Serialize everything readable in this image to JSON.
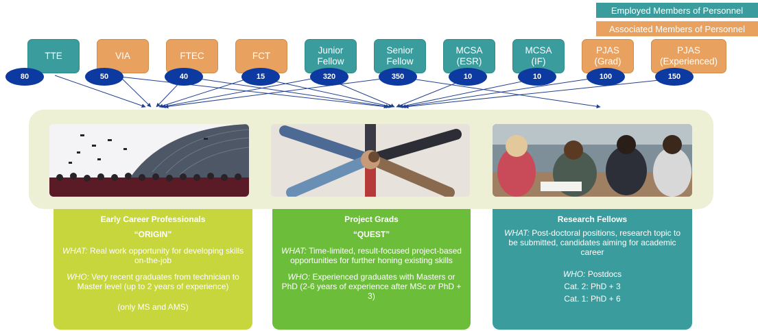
{
  "legend": {
    "employed": "Employed Members of Personnel",
    "associated": "Associated Members of Personnel"
  },
  "categories": [
    {
      "label": "TTE",
      "type": "employed",
      "count": "80"
    },
    {
      "label": "VIA",
      "type": "associated",
      "count": "50"
    },
    {
      "label": "FTEC",
      "type": "associated",
      "count": "40"
    },
    {
      "label": "FCT",
      "type": "associated",
      "count": "15"
    },
    {
      "label": "Junior\nFellow",
      "type": "employed",
      "count": "320"
    },
    {
      "label": "Senior\nFellow",
      "type": "employed",
      "count": "350"
    },
    {
      "label": "MCSA\n(ESR)",
      "type": "employed",
      "count": "10"
    },
    {
      "label": "MCSA\n(IF)",
      "type": "employed",
      "count": "10"
    },
    {
      "label": "PJAS\n(Grad)",
      "type": "associated",
      "count": "100"
    },
    {
      "label": "PJAS\n(Experienced)",
      "type": "associated",
      "count": "150"
    }
  ],
  "programs": [
    {
      "title": "Early Career Professionals",
      "subtitle": "“ORIGIN”",
      "what_label": "WHAT:",
      "what": " Real work opportunity for developing skills on-the-job",
      "who_label": "WHO:",
      "who": " Very recent graduates from technician to Master level (up to 2 years of experience)",
      "note": "(only MS and AMS)",
      "color": "#c6d63c"
    },
    {
      "title": "Project Grads",
      "subtitle": "“QUEST”",
      "what_label": "WHAT:",
      "what": " Time-limited, result-focused project-based opportunities for further honing existing skills",
      "who_label": "WHO:",
      "who": " Experienced graduates with Masters or PhD (2-6 years of experience after MSc or PhD + 3)",
      "color": "#6cbe3a"
    },
    {
      "title": "Research Fellows",
      "what_label": "WHAT:",
      "what": " Post-doctoral positions, research topic to be submitted, candidates aiming for academic career",
      "who_label": "WHO:",
      "who": " Postdocs",
      "cat2": "Cat. 2: PhD + 3",
      "cat1": "Cat. 1: PhD + 6",
      "color": "#3a9c9c"
    }
  ],
  "photos": [
    "graduation-photo",
    "teamwork-hands-photo",
    "group-study-photo"
  ],
  "colors": {
    "teal": "#3a9c9c",
    "orange": "#e8a15e",
    "count_oval": "#0d3aa0",
    "arrow": "#1f3f8f"
  }
}
